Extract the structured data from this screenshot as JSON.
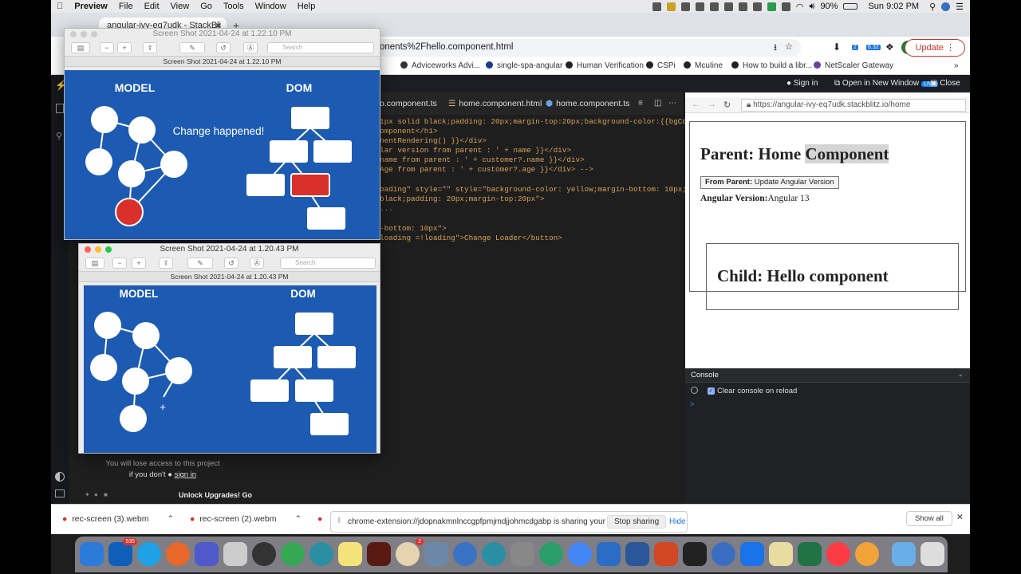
{
  "menubar": {
    "app": "Preview",
    "items": [
      "File",
      "Edit",
      "View",
      "Go",
      "Tools",
      "Window",
      "Help"
    ],
    "battery": "90%",
    "clock": "Sun 9:02 PM"
  },
  "browser": {
    "tab_title": "angular-ivy-eq7udk - StackBli",
    "url_fragment": "onents%2Fhello.component.html",
    "update_label": "Update",
    "profile_initial": "A",
    "ext_badge1": "2",
    "ext_badge2": "6.32",
    "bookmarks": [
      "Adviceworks Advi...",
      "single-spa-angular",
      "Human Verification",
      "CSPi",
      "McuIine",
      "How to build a libr...",
      "NetScaler Gateway"
    ]
  },
  "stackblitz": {
    "sign_in": "Sign in",
    "open_new_window": "Open in New Window",
    "live_badge": "LIVE",
    "close": "Close",
    "tabs": [
      "o.component.ts",
      "home.component.html",
      "home.component.ts"
    ],
    "code_lines": [
      "1px solid black;padding: 20px;margin-top:20px;background-color:{{bgColor\">",
      "omponent</h1>",
      "nentRendering() }}</div>",
      "lar version from parent : ' + name }}</div>",
      "name from parent : ' + customer?.name }}</div>",
      "Age from parent : ' + customer?.age }}</div> -->",
      "",
      "oading\" style=\"\" style=\"background-color: yellow;margin-bottom: 10px;",
      "black;padding: 20px;margin-top:20px\">",
      "...",
      "",
      "-bottom: 10px\">",
      "loading =!loading\">Change Loader</button>"
    ],
    "lose_access": "You will lose access to this project",
    "if_you_dont": "if you don't",
    "sign_in_link": "sign in",
    "unlock": "Unlock Upgrades! Go"
  },
  "preview": {
    "url": "https://angular-ivy-eq7udk.stackblitz.io/home",
    "parent_title_a": "Parent: Home ",
    "parent_title_b": "Component",
    "button_prefix": "From Parent:",
    "button_label": "Update Angular Version",
    "version_label": "Angular Version:",
    "version_value": "Angular 13",
    "child_title": "Child: Hello component"
  },
  "console": {
    "title": "Console",
    "clear_label": "Clear console on reload",
    "prompt": ">"
  },
  "downloads": {
    "items": [
      "rec-screen (3).webm",
      "rec-screen (2).webm"
    ],
    "show_all": "Show all"
  },
  "sharebar": {
    "message": "chrome-extension://jdopnakmnlnccgpfpmjmdjjohmcdgabp is sharing your screen.",
    "stop": "Stop sharing",
    "hide": "Hide"
  },
  "preview_windows": [
    {
      "title": "Screen Shot 2021-04-24 at 1.22.10 PM",
      "search": "Search",
      "model": "MODEL",
      "dom": "DOM",
      "note": "Change happened!",
      "accent": "#d9302c"
    },
    {
      "title": "Screen Shot 2021-04-24 at 1.20.43 PM",
      "search": "Search",
      "model": "MODEL",
      "dom": "DOM"
    }
  ],
  "dock": {
    "outlook_badge": "535",
    "firefox_badge": "2"
  },
  "colors": {
    "slide_blue": "#1d5bb3",
    "stackblitz_blue": "#1389fd",
    "update_red": "#d93025"
  }
}
